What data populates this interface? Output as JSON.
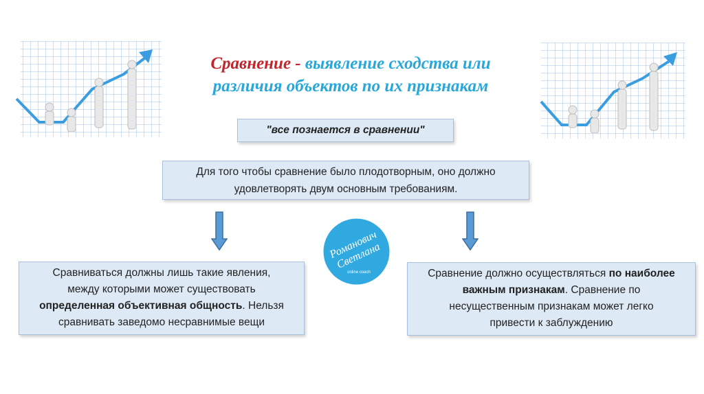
{
  "title": {
    "part1": "Сравнение",
    "dash": " - ",
    "part2": "выявление сходства или",
    "line2": "различия объектов по их признакам"
  },
  "quote": "\"все познается в сравнении\"",
  "requirement": {
    "line1": "Для того чтобы сравнение было плодотворным, оно должно",
    "line2": "удовлетворять двум основным требованиям."
  },
  "left_box": {
    "line1": "Сравниваться должны лишь такие явления,",
    "line2": "между которыми может  существовать",
    "bold": "определенная объективная общность",
    "after_bold": ". Нельзя",
    "line4": "сравнивать заведомо несравнимые вещи"
  },
  "right_box": {
    "before_bold": "Сравнение должно осуществляться ",
    "bold1": "по наиболее",
    "bold2": "важным признакам",
    "after_bold": ". Сравнение по",
    "line3": "несущественным признакам может легко",
    "line4": "привести к заблуждению"
  },
  "logo": {
    "line1": "Романович",
    "line2": "Светлана",
    "subtitle": "online coach"
  },
  "colors": {
    "title_red": "#c0262b",
    "title_blue": "#2aa7d9",
    "box_fill": "#dde9f5",
    "box_border": "#a9c0db",
    "arrow": "#5b9bd5",
    "logo_circle": "#2fa9e0"
  }
}
